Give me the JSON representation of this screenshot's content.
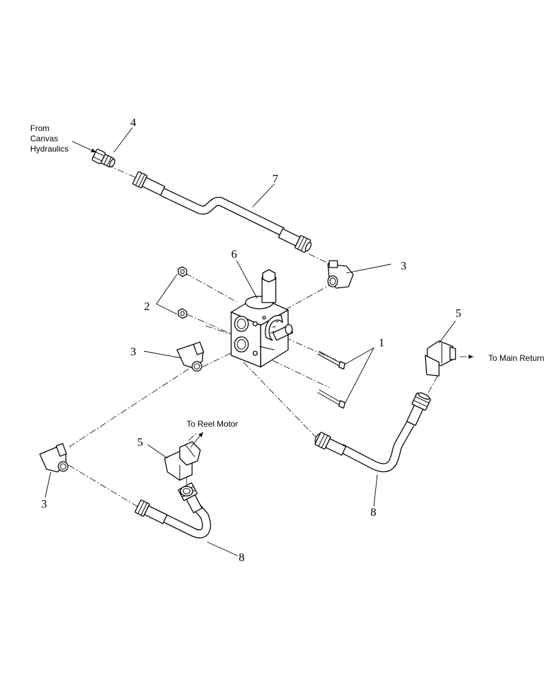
{
  "annotations": {
    "from_canvas": [
      "From",
      "Canvas",
      "Hydraulics"
    ],
    "to_reel_motor": "To Reel Motor",
    "to_main_return": "To Main Return"
  },
  "callouts": {
    "c1": "1",
    "c2": "2",
    "c3_top": "3",
    "c3_mid": "3",
    "c3_bottom": "3",
    "c4": "4",
    "c5_left": "5",
    "c5_right": "5",
    "c6": "6",
    "c7": "7",
    "c8_left": "8",
    "c8_right": "8"
  },
  "colors": {
    "line": "#000000",
    "background": "#ffffff"
  }
}
